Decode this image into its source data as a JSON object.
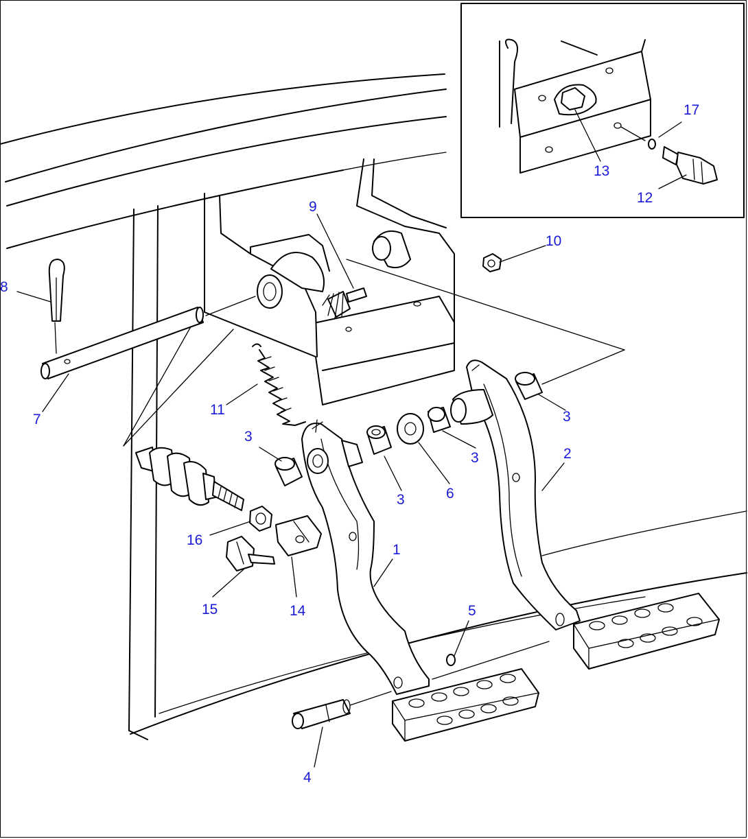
{
  "diagram": {
    "accent_color": "#1a1ad6",
    "callouts": [
      {
        "id": "c1",
        "label": "1"
      },
      {
        "id": "c2",
        "label": "2"
      },
      {
        "id": "c3a",
        "label": "3"
      },
      {
        "id": "c3b",
        "label": "3"
      },
      {
        "id": "c3c",
        "label": "3"
      },
      {
        "id": "c3d",
        "label": "3"
      },
      {
        "id": "c4",
        "label": "4"
      },
      {
        "id": "c5",
        "label": "5"
      },
      {
        "id": "c6",
        "label": "6"
      },
      {
        "id": "c7",
        "label": "7"
      },
      {
        "id": "c8",
        "label": "8"
      },
      {
        "id": "c9",
        "label": "9"
      },
      {
        "id": "c10",
        "label": "10"
      },
      {
        "id": "c11",
        "label": "11"
      },
      {
        "id": "c12",
        "label": "12"
      },
      {
        "id": "c13",
        "label": "13"
      },
      {
        "id": "c14",
        "label": "14"
      },
      {
        "id": "c15",
        "label": "15"
      },
      {
        "id": "c16",
        "label": "16"
      },
      {
        "id": "c17",
        "label": "17"
      }
    ]
  }
}
